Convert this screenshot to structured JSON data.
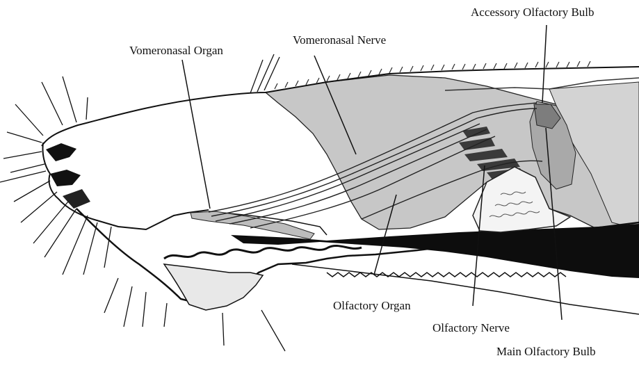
{
  "diagram": {
    "labels": {
      "accessory_olfactory_bulb": "Accessory Olfactory Bulb",
      "vomeronasal_nerve": "Vomeronasal Nerve",
      "vomeronasal_organ": "Vomeronasal Organ",
      "olfactory_organ": "Olfactory Organ",
      "olfactory_nerve": "Olfactory Nerve",
      "main_olfactory_bulb": "Main Olfactory Bulb"
    }
  }
}
